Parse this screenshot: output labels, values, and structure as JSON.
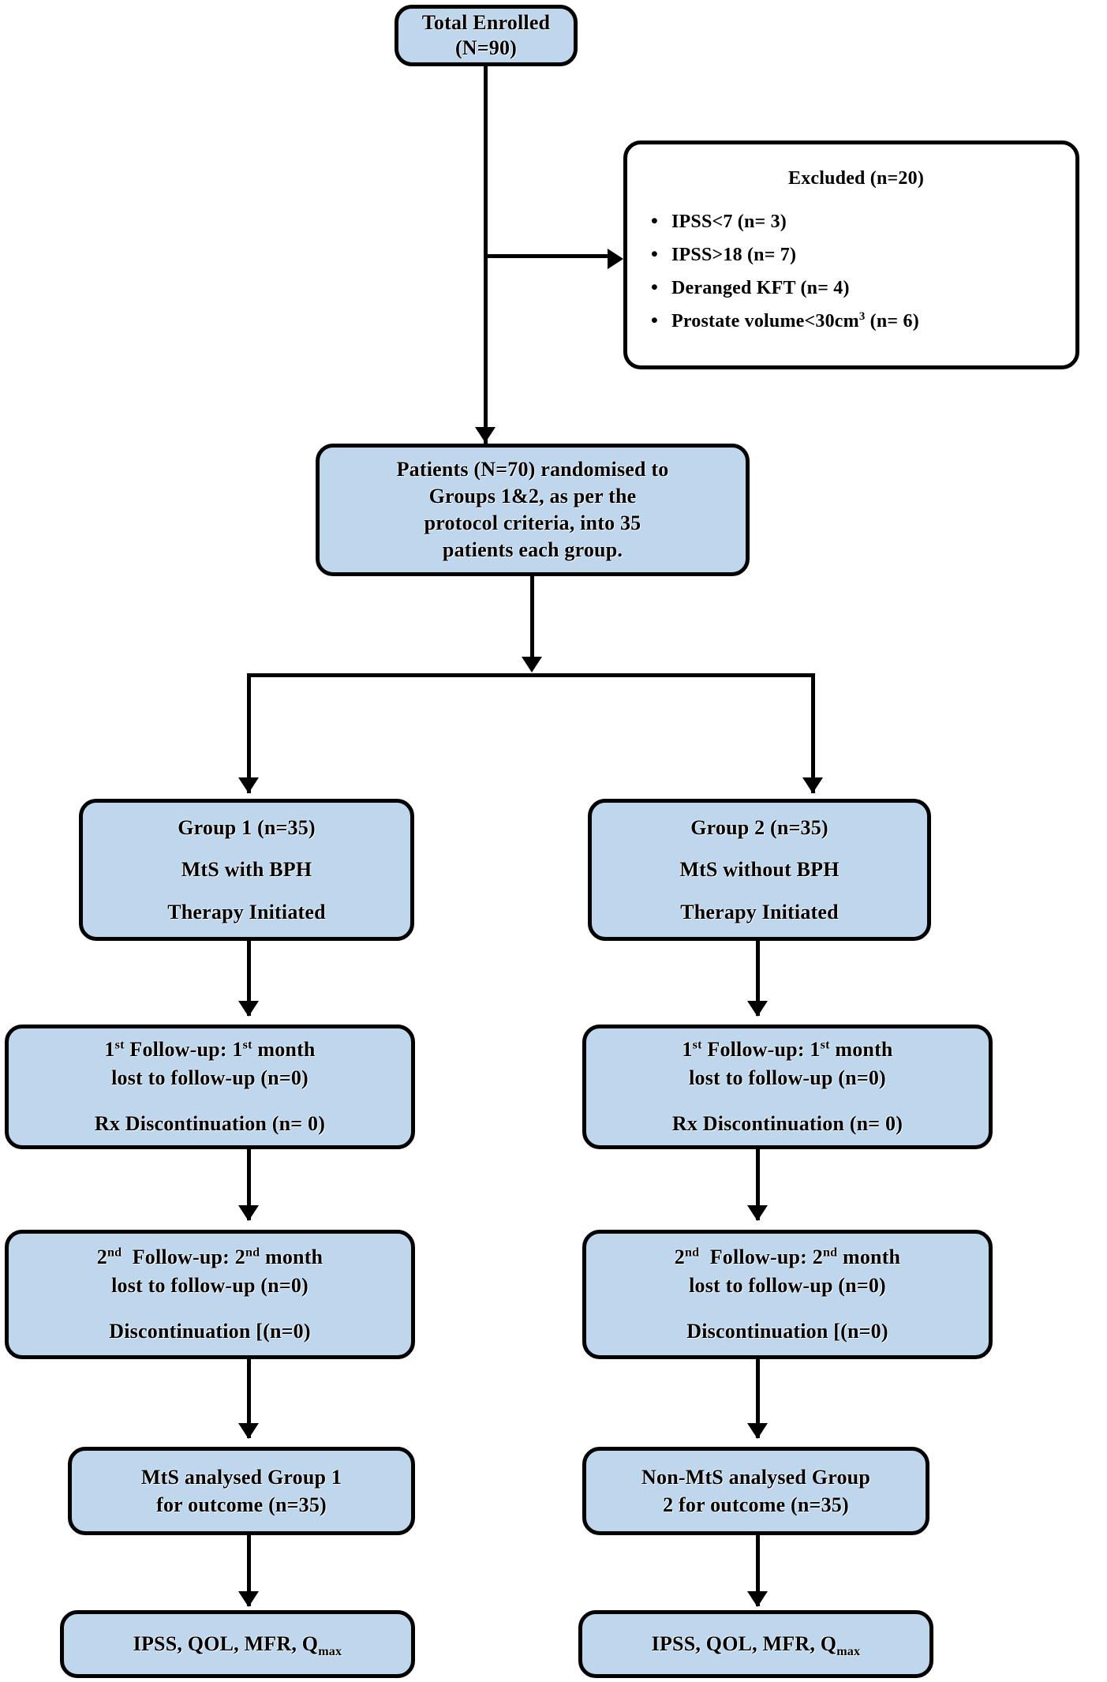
{
  "diagram": {
    "type": "consort-flow-diagram",
    "title": "Patient enrolment, randomisation and follow-up flow",
    "palette": {
      "box_fill": "#bed7ec",
      "box_fill_white": "#ffffff",
      "border": "#000000",
      "text": "#000000",
      "background": "#ffffff"
    }
  },
  "nodes": {
    "enrolled": {
      "id": "total-enrolled",
      "lines": [
        "Total Enrolled",
        "(N=90)"
      ]
    },
    "excluded": {
      "id": "excluded",
      "title": "Excluded (n=20)",
      "items": [
        {
          "text": "IPSS<7 (n= 3)"
        },
        {
          "text": "IPSS>18 (n= 7)"
        },
        {
          "text": "Deranged KFT (n= 4)"
        },
        {
          "text_pre": "Prostate volume<30cm",
          "sup": "3",
          "text_post": " (n= 6)"
        }
      ]
    },
    "randomised": {
      "id": "randomised",
      "lines": [
        "Patients (N=70) randomised to",
        "Groups 1&2, as per the",
        "protocol criteria, into 35",
        "patients each group."
      ]
    },
    "group1": {
      "id": "group-1",
      "lines": [
        "Group 1 (n=35)",
        "MtS with BPH",
        "Therapy Initiated"
      ]
    },
    "group2": {
      "id": "group-2",
      "lines": [
        "Group 2 (n=35)",
        "MtS without BPH",
        "Therapy Initiated"
      ]
    },
    "followup1_left": {
      "id": "followup-1-group-1",
      "line1_pre": "1",
      "line1_sup1": "st",
      "line1_mid": " Follow-up: 1",
      "line1_sup2": "st",
      "line1_post": " month",
      "line2": "lost to follow-up (n=0)",
      "line3": "Rx Discontinuation (n= 0)"
    },
    "followup1_right": {
      "id": "followup-1-group-2",
      "line1_pre": "1",
      "line1_sup1": "st",
      "line1_mid": " Follow-up: 1",
      "line1_sup2": "st",
      "line1_post": " month",
      "line2": "lost to follow-up (n=0)",
      "line3": "Rx Discontinuation (n= 0)"
    },
    "followup2_left": {
      "id": "followup-2-group-1",
      "line1_pre": "2",
      "line1_sup1": "nd",
      "line1_mid": "  Follow-up: 2",
      "line1_sup2": "nd",
      "line1_post": " month",
      "line2": "lost to follow-up (n=0)",
      "line3": "Discontinuation [(n=0)"
    },
    "followup2_right": {
      "id": "followup-2-group-2",
      "line1_pre": "2",
      "line1_sup1": "nd",
      "line1_mid": "  Follow-up: 2",
      "line1_sup2": "nd",
      "line1_post": " month",
      "line2": "lost to follow-up (n=0)",
      "line3": "Discontinuation [(n=0)"
    },
    "analysed_left": {
      "id": "analysed-group-1",
      "lines": [
        "MtS analysed Group 1",
        "for outcome (n=35)"
      ]
    },
    "analysed_right": {
      "id": "analysed-group-2",
      "lines": [
        "Non-MtS analysed Group",
        "2 for outcome (n=35)"
      ]
    },
    "outcomes_left": {
      "id": "outcomes-group-1",
      "text_pre": "IPSS, QOL, MFR, Q",
      "sub": "max"
    },
    "outcomes_right": {
      "id": "outcomes-group-2",
      "text_pre": "IPSS, QOL, MFR, Q",
      "sub": "max"
    }
  }
}
